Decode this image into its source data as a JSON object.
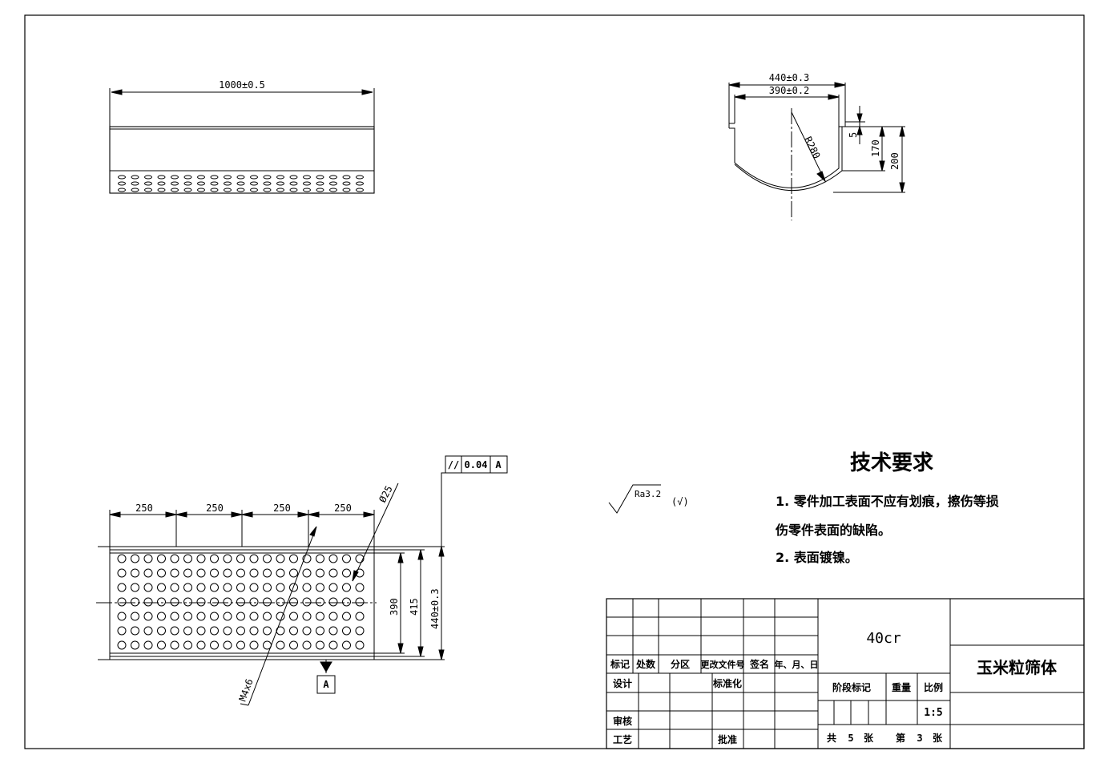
{
  "front_view": {
    "length_dim": "1000±0.5"
  },
  "side_view": {
    "outer_width": "440±0.3",
    "inner_width": "390±0.2",
    "radius": "R280",
    "lip_height": "5",
    "inner_height": "170",
    "total_height": "200"
  },
  "top_view": {
    "spacing": [
      "250",
      "250",
      "250",
      "250"
    ],
    "hole_diameter": "Ø25",
    "thread_callout": "M4x6",
    "inner_width": "390",
    "mid_width": "415",
    "outer_width": "440±0.3",
    "datum_label": "A",
    "tolerance": {
      "symbol": "//",
      "value": "0.04",
      "datum": "A"
    }
  },
  "surface_finish": {
    "value": "Ra3.2",
    "suffix": "(√)"
  },
  "tech_requirements": {
    "title": "技术要求",
    "lines": [
      "1. 零件加工表面不应有划痕，擦伤等损",
      "伤零件表面的缺陷。",
      "2. 表面镀镍。"
    ]
  },
  "title_block": {
    "material": "40cr",
    "part_name": "玉米粒筛体",
    "scale": "1:5",
    "header_cells": [
      "标记",
      "处数",
      "分区",
      "更改文件号",
      "签名",
      "年、月、日"
    ],
    "design": "设计",
    "standardize": "标准化",
    "review": "审核",
    "process": "工艺",
    "approve": "批准",
    "stage_mark": "阶段标记",
    "weight": "重量",
    "scale_label": "比例",
    "sheet_total_prefix": "共",
    "sheet_total": "5",
    "sheet_unit": "张",
    "sheet_index_prefix": "第",
    "sheet_index": "3",
    "sheet_index_unit": "张"
  }
}
